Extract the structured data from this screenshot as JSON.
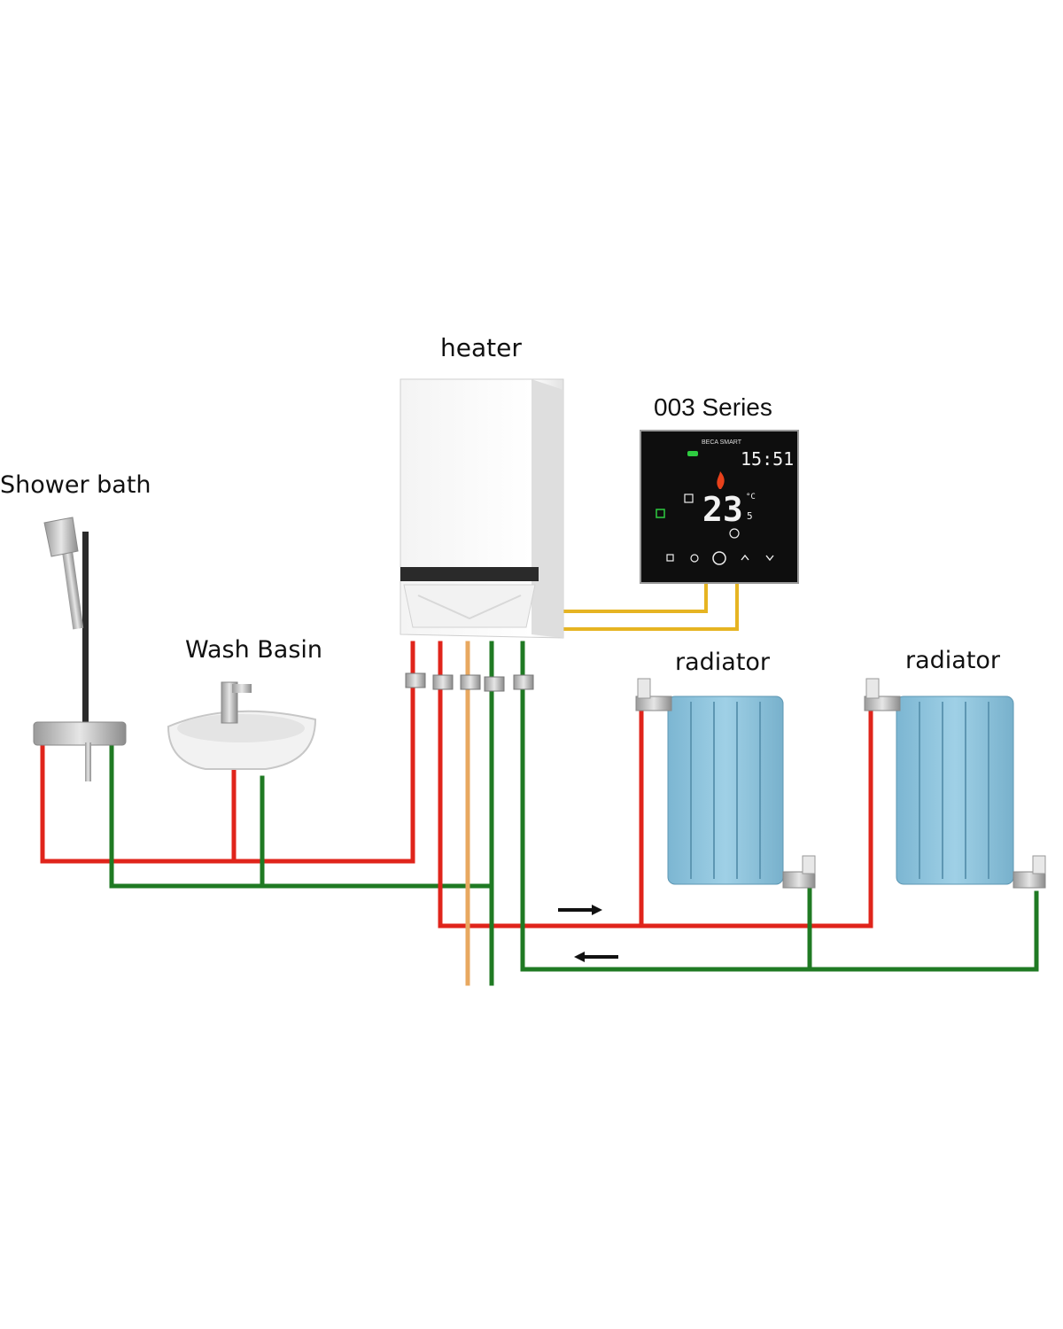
{
  "labels": {
    "heater": "heater",
    "series": "003 Series",
    "shower": "Shower bath",
    "basin": "Wash Basin",
    "radiator_1": "radiator",
    "radiator_2": "radiator"
  },
  "thermostat": {
    "brand": "BECA SMART",
    "clock": "15:51",
    "temperature": "23",
    "unit": "°C",
    "sub": "5"
  },
  "colors": {
    "hot_pipe": "#e0241b",
    "return_pipe": "#1f7a23",
    "gas_pipe": "#e8a860",
    "wire": "#e6b422",
    "radiator": "#8cc3dd",
    "thermostat_face": "#0e0e0e"
  },
  "icons": {
    "flow_right": "arrow-right-icon",
    "flow_left": "arrow-left-icon",
    "flame": "flame-icon"
  }
}
